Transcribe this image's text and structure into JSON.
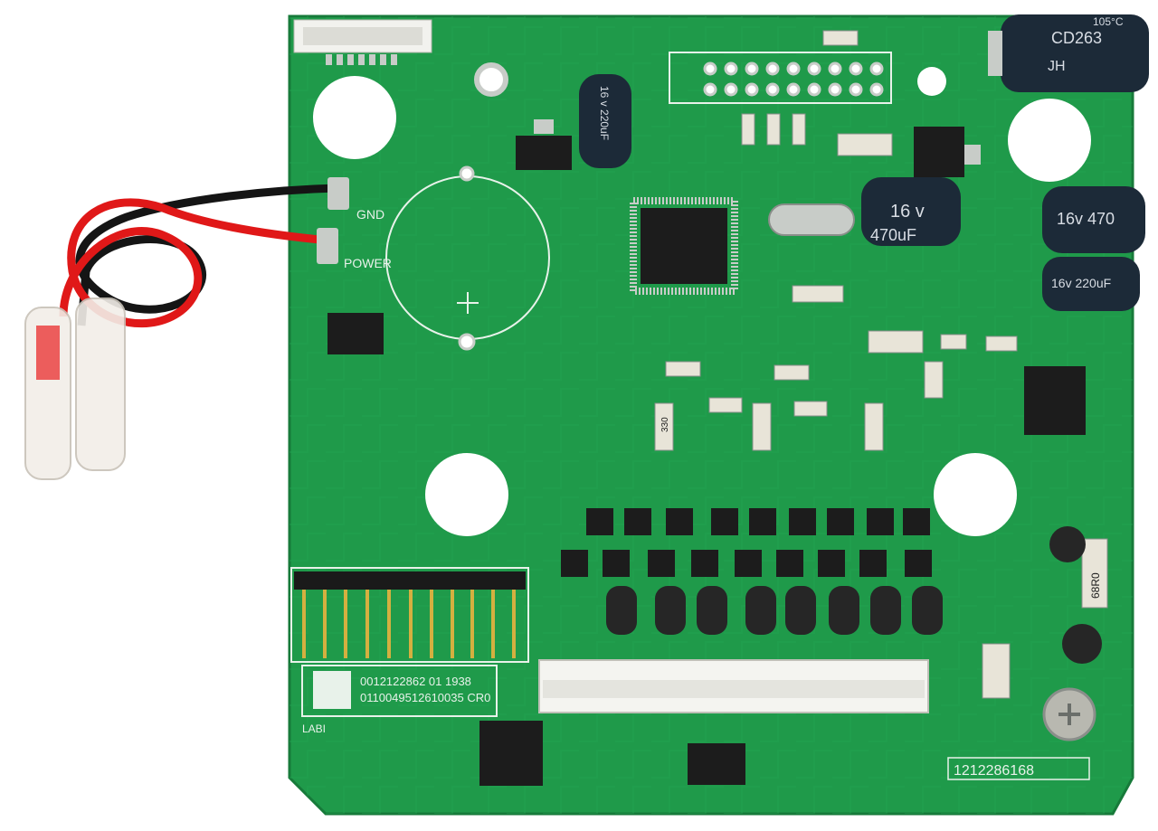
{
  "image_kind": "photograph",
  "colors": {
    "background": "#ffffff",
    "pcb_green": "#1f9a4a",
    "pcb_green_dark": "#177a3a",
    "silkscreen": "#e8f2ea",
    "pad_silver": "#c8ccc8",
    "wire_red": "#e01818",
    "wire_black": "#151515",
    "capacitor_body": "#1c2a38",
    "header_gold": "#d4b040"
  },
  "labels": {
    "gnd": "GND",
    "power": "POWER",
    "lab": "LABI",
    "serial_1": "0012122862 01 1938",
    "serial_2": "0110049512610035 CR0",
    "board_code": "1212286168",
    "resistor_68": "68R0",
    "resistor_330": "330"
  },
  "capacitors": {
    "top_right_marking": "CD263",
    "top_right_brand": "JH",
    "top_right_temp": "105°C",
    "small_rating": "16 v 220uF",
    "large_rating_v": "16 v",
    "large_rating_uf": "470uF",
    "right_mid_rating": "16v 470",
    "right_low_rating": "16v 220uF"
  }
}
